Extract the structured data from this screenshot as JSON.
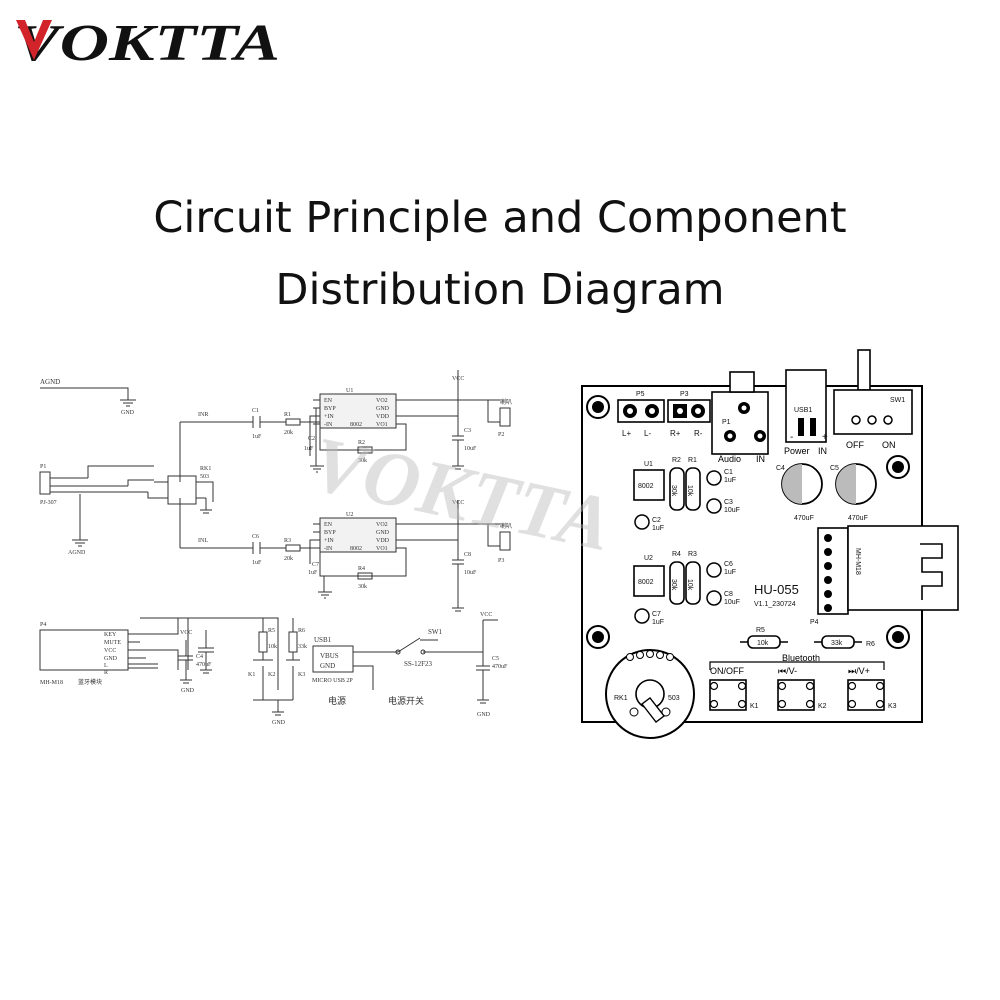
{
  "brand": {
    "logo_text": "VOKTTA",
    "logo_color": "#d2232a",
    "watermark_text": "VOKTTA"
  },
  "title": {
    "line1": "Circuit Principle and Component",
    "line2": "Distribution Diagram"
  },
  "schematic": {
    "agnd": "AGND",
    "gnd": "GND",
    "vcc": "VCC",
    "p1": "P1",
    "pj307": "PJ-307",
    "inr": "INR",
    "inl": "INL",
    "c1": "C1",
    "c1v": "1uF",
    "r1": "R1",
    "r1v": "20k",
    "c2": "C2",
    "c2v": "1uF",
    "r2": "R2",
    "r2v": "30k",
    "c3": "C3",
    "c3v": "10uF",
    "c6": "C6",
    "c6v": "1uF",
    "r3": "R3",
    "r3v": "20k",
    "c7": "C7",
    "c7v": "1uF",
    "r4": "R4",
    "r4v": "30k",
    "c8": "C8",
    "c8v": "10uF",
    "u1": "U1",
    "u2": "U2",
    "chip": "8002",
    "pins_left": [
      "EN",
      "BYP",
      "+IN",
      "-IN"
    ],
    "pins_right": [
      "VO2",
      "GND",
      "VDD",
      "VO1"
    ],
    "speaker": "喇叭",
    "p2": "P2",
    "p3": "P3",
    "rk1": "RK1",
    "rk1v": "503",
    "p4": "P4",
    "module_pins": [
      "KEY",
      "MUTE",
      "VCC",
      "GND",
      "L",
      "R"
    ],
    "module_name": "MH-M18",
    "module_label": "蓝牙模块",
    "c4": "C4",
    "c4v": "470uF",
    "r5": "R5",
    "r5v": "10k",
    "r6": "R6",
    "r6v": "33k",
    "k1": "K1",
    "k2": "K2",
    "k3": "K3",
    "usb1": "USB1",
    "vbus": "VBUS",
    "usb_gnd": "GND",
    "micro_usb": "MICRO USB 2P",
    "power_label": "电源",
    "sw1": "SW1",
    "sw_part": "SS-12F23",
    "switch_label": "电源开关",
    "c5": "C5",
    "c5v": "470uF"
  },
  "pcb": {
    "p5": "P5",
    "p3": "P3",
    "out_labels": [
      "L+",
      "L-",
      "R+",
      "R-"
    ],
    "p1": "P1",
    "audio": "Audio",
    "in": "IN",
    "usb1": "USB1",
    "power": "Power",
    "power_in": "IN",
    "sw1": "SW1",
    "off": "OFF",
    "on": "ON",
    "u1": "U1",
    "u2": "U2",
    "chip": "8002",
    "r1": "R1",
    "r2": "R2",
    "r3": "R3",
    "r4": "R4",
    "r1v": "10k",
    "r2v": "30k",
    "r3v": "10k",
    "r4v": "30k",
    "c1": "C1",
    "c1v": "1uF",
    "c2": "C2",
    "c2v": "1uF",
    "c3": "C3",
    "c3v": "10uF",
    "c6": "C6",
    "c6v": "1uF",
    "c7": "C7",
    "c7v": "1uF",
    "c8": "C8",
    "c8v": "10uF",
    "c4": "C4",
    "c4v": "470uF",
    "c5": "C5",
    "c5v": "470uF",
    "module": "MH-M18",
    "p4": "P4",
    "model": "HU-055",
    "version": "V1.1_230724",
    "r5": "R5",
    "r5v": "10k",
    "r6": "R6",
    "r6v": "33k",
    "bluetooth": "Bluetooth",
    "btn_labels": [
      "ON/OFF",
      "⏮/V-",
      "⏭/V+"
    ],
    "k1": "K1",
    "k2": "K2",
    "k3": "K3",
    "rk1": "RK1",
    "rk1v": "503"
  }
}
